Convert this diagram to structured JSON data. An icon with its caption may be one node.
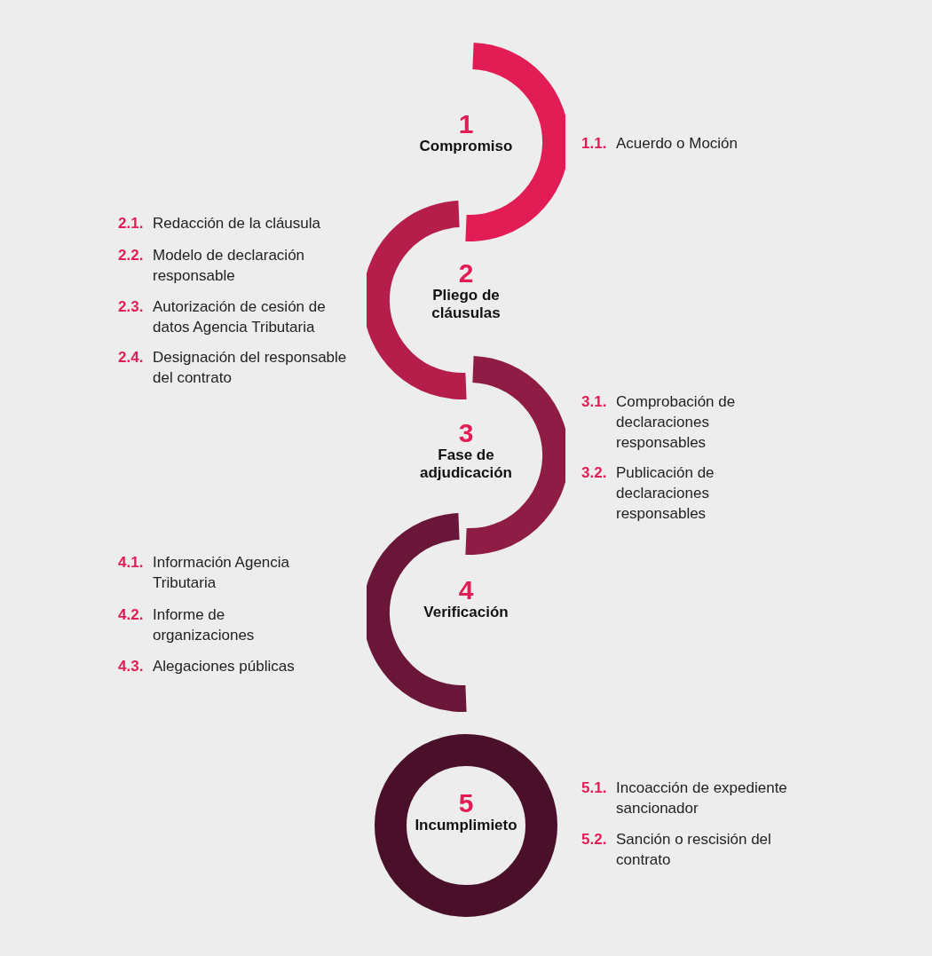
{
  "diagram": {
    "nodes": [
      {
        "text": [
          "1",
          "Compromiso"
        ]
      },
      {
        "text": [
          "2",
          "Pliego de cláusulas"
        ]
      },
      {
        "text": [
          "3",
          "Fase de adjudicación"
        ]
      },
      {
        "text": [
          "4",
          "Verificación"
        ]
      },
      {
        "text": [
          "5",
          "Incumplimieto"
        ]
      }
    ],
    "labels": [
      "1.1.",
      "Acuerdo o Moción",
      "2.1.",
      "Redacción de la cláusula",
      "2.2.",
      "Modelo de declaración responsable",
      "2.3.",
      "Autorización de cesión de datos Agencia Tributaria",
      "2.4.",
      "Designación del responsable del contrato",
      "3.1.",
      "Comprobación de declaraciones responsables",
      "3.2.",
      "Publicación de declaraciones responsables",
      "4.1.",
      "Información Agencia Tributaria",
      "4.2.",
      "Informe de organizaciones",
      "4.3.",
      "Alegaciones públicas",
      "5.1.",
      "Incoacción de expediente sancionador",
      "5.2.",
      "Sanción o rescisión del contrato"
    ]
  }
}
